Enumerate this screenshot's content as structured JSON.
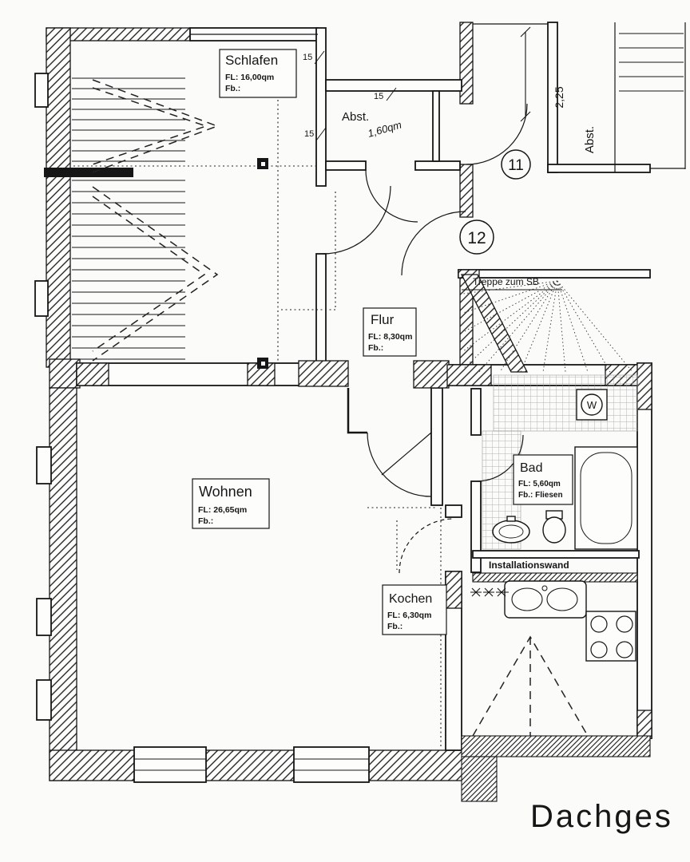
{
  "plan": {
    "title": "Dachges",
    "rooms": {
      "schlafen": {
        "name": "Schlafen",
        "area": "FL: 16,00qm",
        "floor": "Fb.:"
      },
      "abst": {
        "name": "Abst.",
        "area_note": "1,60qm"
      },
      "flur": {
        "name": "Flur",
        "area": "FL: 8,30qm",
        "floor": "Fb.:"
      },
      "wohnen": {
        "name": "Wohnen",
        "area": "FL: 26,65qm",
        "floor": "Fb.:"
      },
      "bad": {
        "name": "Bad",
        "area": "FL: 5,60qm",
        "floor": "Fb.: Fliesen"
      },
      "kochen": {
        "name": "Kochen",
        "area": "FL: 6,30qm",
        "floor": "Fb.:"
      },
      "abst_stair": {
        "name": "Abst."
      }
    },
    "labels": {
      "treppe": "Treppe zum SB",
      "installationswand": "Installationswand",
      "washer": "W"
    },
    "numbers": {
      "unit11": "11",
      "unit12": "12"
    },
    "dimensions": {
      "stair_depth": "2,25",
      "wall15a": "15",
      "wall15b": "15",
      "wall15c": "15"
    }
  }
}
